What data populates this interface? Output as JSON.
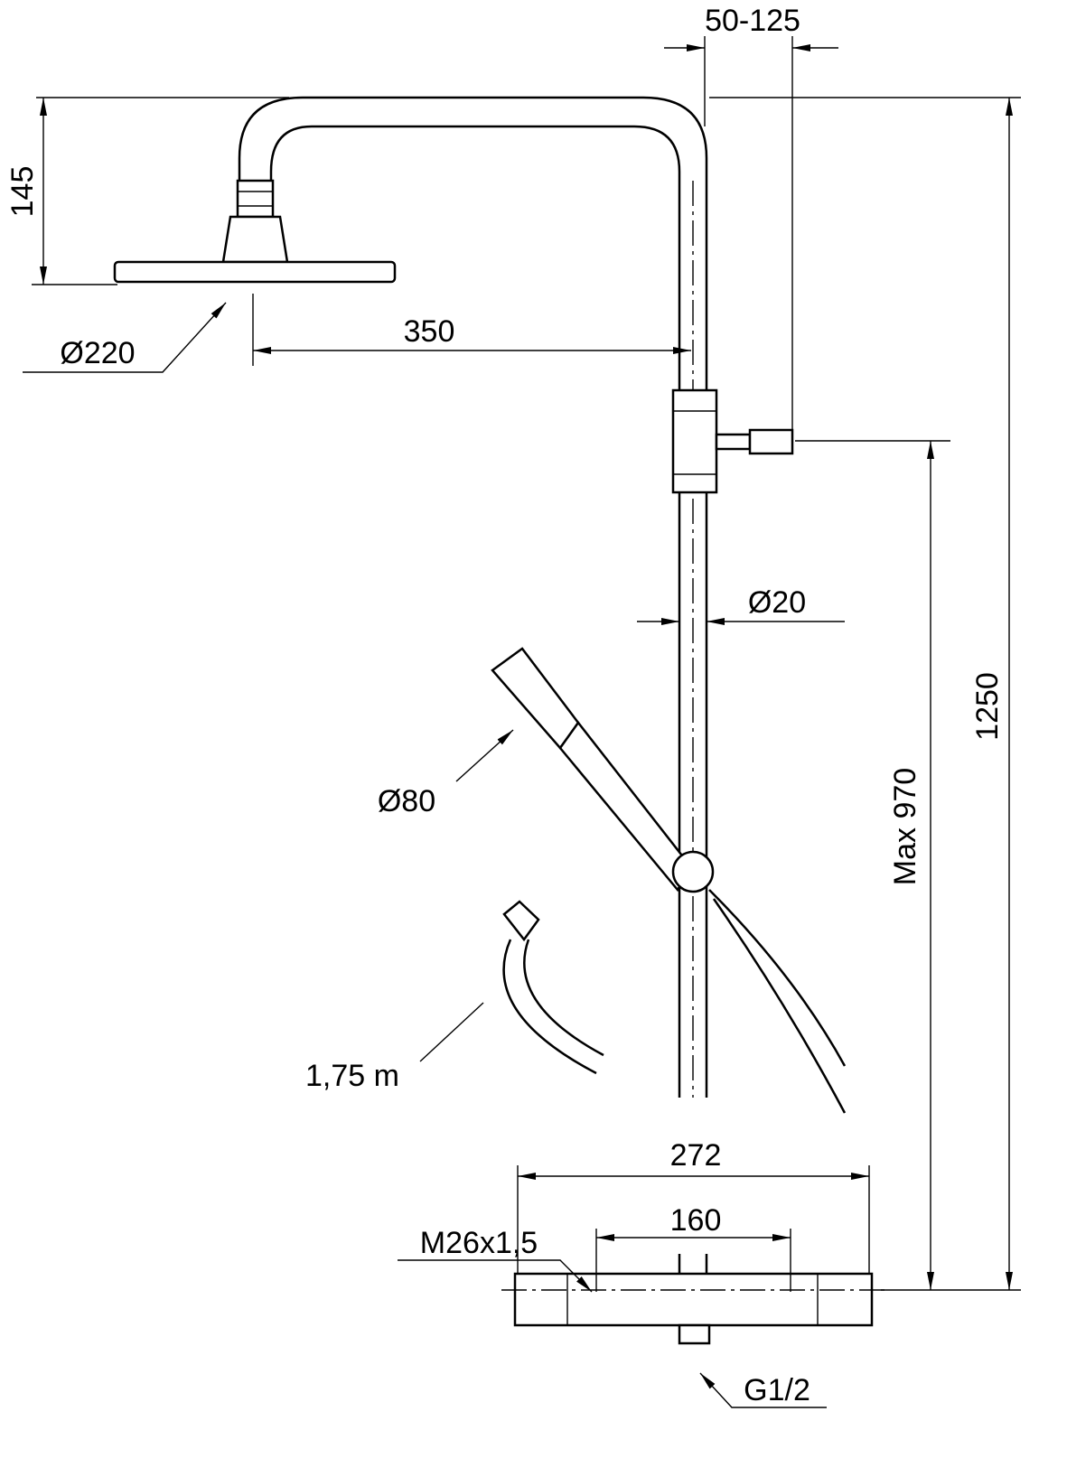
{
  "dimensions": {
    "riser_offset": "50-125",
    "head_height": "145",
    "head_diameter": "Ø220",
    "arm_length": "350",
    "pipe_diameter": "Ø20",
    "total_height": "1250",
    "hand_shower_diameter": "Ø80",
    "max_height": "Max 970",
    "hose_length": "1,75 m",
    "mixer_width": "272",
    "connection_spacing": "160",
    "thread": "M26x1,5",
    "inlet": "G1/2"
  }
}
